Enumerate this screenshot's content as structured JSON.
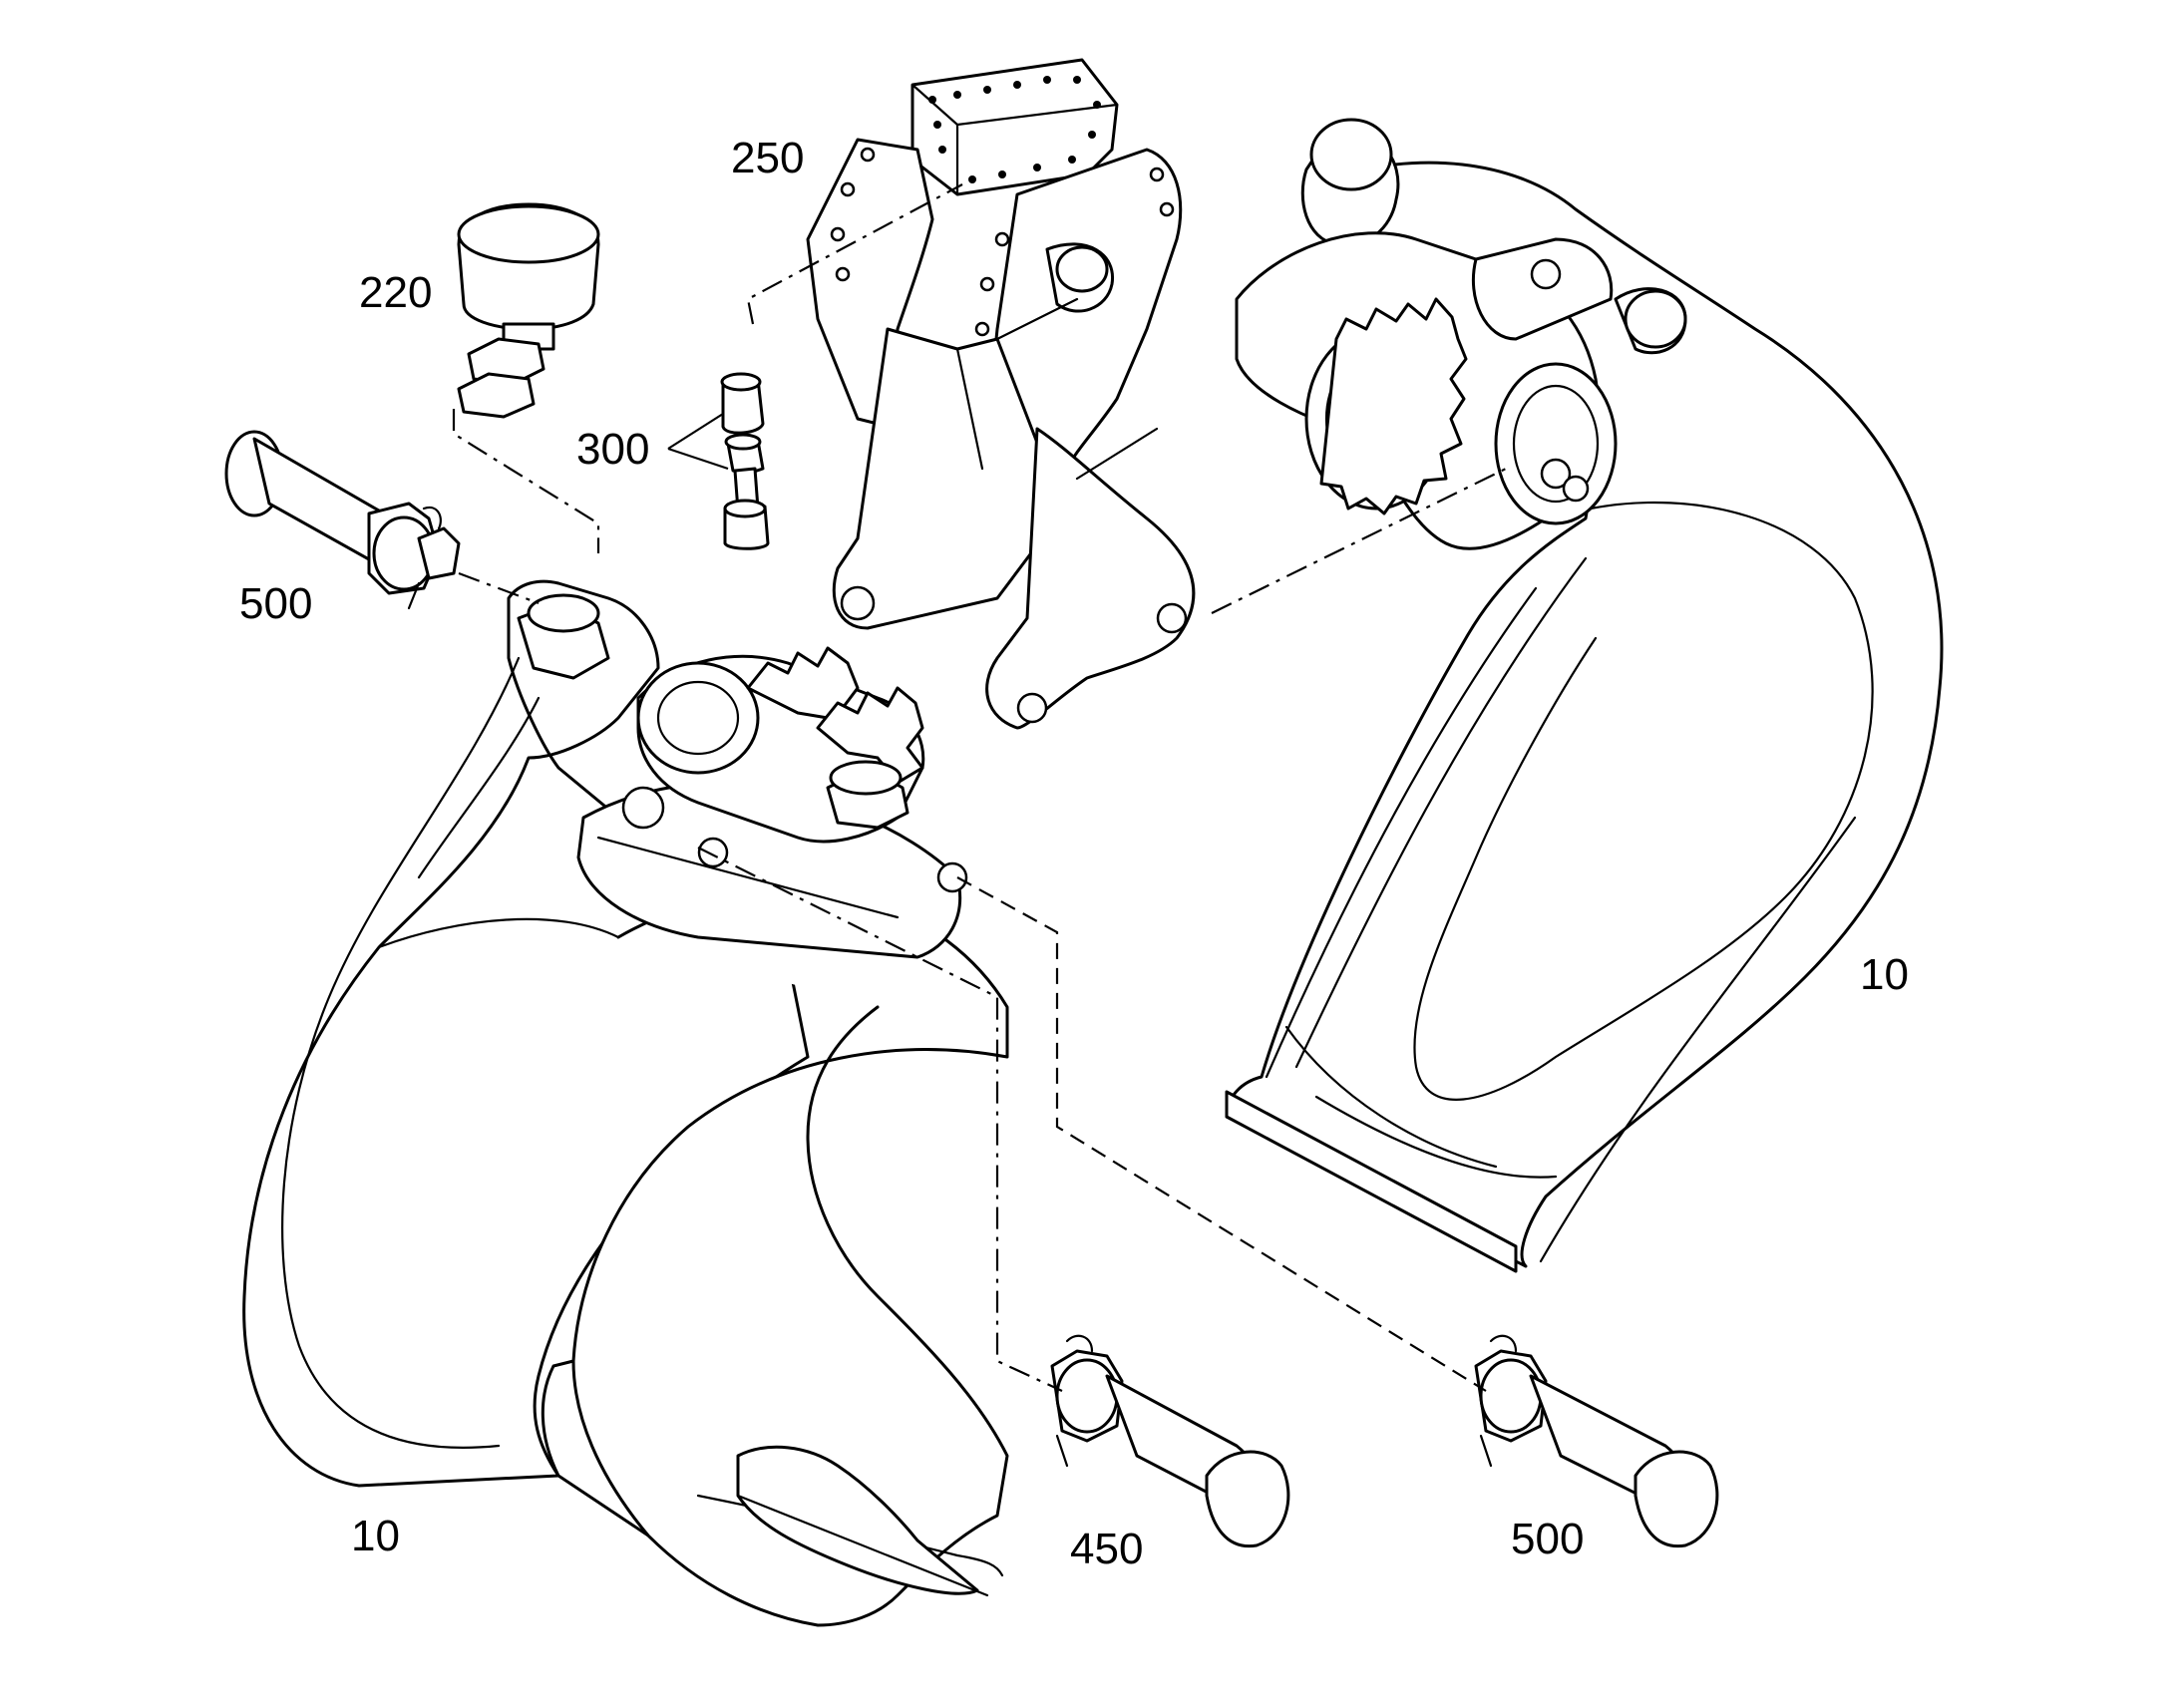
{
  "colors": {
    "line": "#000000",
    "background": "#ffffff"
  },
  "labels": {
    "l250": "250",
    "l220": "220",
    "l300": "300",
    "l500_top": "500",
    "l10_right": "10",
    "l10_left": "10",
    "l450": "450",
    "l500_bottom": "500"
  }
}
